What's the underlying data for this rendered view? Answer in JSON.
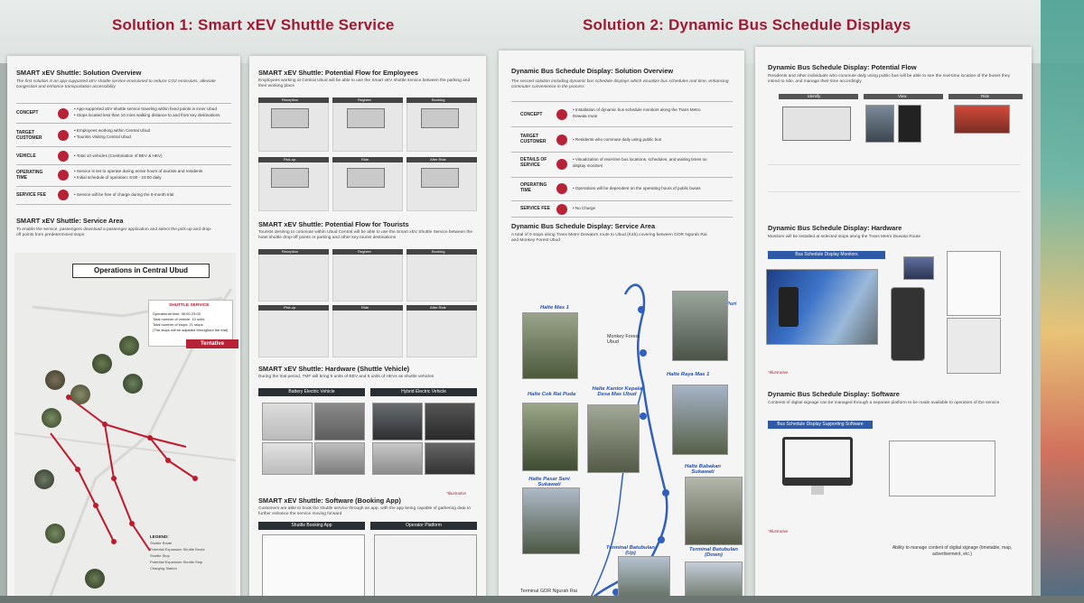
{
  "solution1": {
    "heading": "Solution 1: Smart xEV Shuttle Service",
    "overview_title": "SMART xEV Shuttle: Solution Overview",
    "overview_text": "The first solution is an app-supported xEV shuttle service envisioned to reduce CO2 emissions, alleviate congestion and enhance transportation accessibility",
    "rows": [
      {
        "label": "CONCEPT",
        "values": [
          "• App-supported xEV shuttle service traveling within fixed points in inner Ubud",
          "• Stops located less than 10 mins walking distance to and from key destinations"
        ]
      },
      {
        "label": "TARGET CUSTOMER",
        "values": [
          "• Employees working within Central Ubud",
          "• Tourists Visiting Central Ubud"
        ]
      },
      {
        "label": "VEHICLE",
        "values": [
          "• Total 10 vehicles (Combination of BEV & HEV)"
        ]
      },
      {
        "label": "OPERATING TIME",
        "values": [
          "• Service is set to operate during active hours of tourists and residents",
          "• Initial schedule of operation: 6:00 - 23:00 daily"
        ]
      },
      {
        "label": "SERVICE FEE",
        "values": [
          "• Service will be free of charge during the 6-month trial"
        ]
      }
    ],
    "service_area_title": "SMART xEV Shuttle: Service Area",
    "service_area_text": "To enable the service, passengers download a passenger application and select the pick-up and drop-off points from predetermined stops",
    "map_title": "Operations in Central Ubud",
    "shuttle_service_title": "SHUTTLE SERVICE",
    "shuttle_service_lines": [
      "Operational time: 06:00-23:00",
      "Total number of vehicle: 10 units",
      "Total number of stops: 21 stops",
      "(The stops will be adjusted throughout the trial)"
    ],
    "tentative": "Tentative",
    "legend_title": "LEGEND:",
    "legend_items": [
      "Shuttle Route",
      "Potential Expansion Shuttle Route",
      "Shuttle Stop",
      "Potential Expansion Shuttle Stop",
      "Charging Station"
    ]
  },
  "flows": {
    "employees_title": "SMART xEV Shuttle: Potential Flow for Employees",
    "employees_text": "Employees working at Central Ubud will be able to use the Smart xEV shuttle service between the parking and their working place",
    "tourists_title": "SMART xEV Shuttle: Potential Flow for Tourists",
    "tourists_text": "Tourists desiring to commute within Ubud Central will be able to use the Smart xEV Shuttle Service between the hotel shuttle drop-off points or parking and other key tourist destinations",
    "steps": [
      "Reception",
      "Register",
      "Booking",
      "Pick-up",
      "Ride",
      "After Ride"
    ]
  },
  "hardware1": {
    "title": "SMART xEV Shuttle: Hardware (Shuttle Vehicle)",
    "text": "During the trial period, TMF will bring 5 units of BEV and 5 units of HEVs as shuttle vehicles",
    "bev": "Battery Electric Vehicle",
    "hev": "Hybrid Electric Vehicle",
    "illustrative": "*Illustrative"
  },
  "software1": {
    "title": "SMART xEV Shuttle: Software (Booking App)",
    "text": "Customers are able to book the shuttle service through an app, with the app being capable of gathering data to further enhance the service moving forward",
    "app": "Shuttle Booking App",
    "platform": "Operator Platform"
  },
  "solution2": {
    "heading": "Solution 2: Dynamic Bus Schedule Displays",
    "overview_title": "Dynamic Bus Schedule Display: Solution Overview",
    "overview_text": "The second solution including dynamic bus schedule displays which visualize bus schedules real time, enhancing commuter convenience in the process",
    "rows": [
      {
        "label": "CONCEPT",
        "values": [
          "• Installation of dynamic bus schedule monitors along the Trans Metro",
          "  Dewata route"
        ]
      },
      {
        "label": "TARGET CUSTOMER",
        "values": [
          "• Residents who commute daily using public bus"
        ]
      },
      {
        "label": "DETAILS OF SERVICE",
        "values": [
          "• Visualization of real-time bus locations, schedules, and waiting times on",
          "  display monitors"
        ]
      },
      {
        "label": "OPERATING TIME",
        "values": [
          "• Operations will be dependent on the operating hours of public buses"
        ]
      },
      {
        "label": "SERVICE FEE",
        "values": [
          "• No Charge"
        ]
      }
    ],
    "area_title": "Dynamic Bus Schedule Display: Service Area",
    "area_text": "A total of 9 stops along Trans Metro Dewata's route to Ubud (K4b) covering between GOR Ngurah Rai and Monkey Forest Ubud",
    "stops": [
      "Halte Mas 1",
      "Monkey Forest Ubud",
      "Halte Pura Dalam Puri Peliatan Ubud",
      "Halte Raya Mas 1",
      "Halte Cok Rai Puda",
      "Halte Kantor Kepala Desa Mas Ubud",
      "Halte Pasar Seni Sukawati",
      "Halte Babakan Sukawati",
      "Terminal Batubulan (Up)",
      "Terminal Batubulan (Down)",
      "Terminal GOR Ngurah Rai"
    ],
    "flow_title": "Dynamic Bus Schedule Display: Potential Flow",
    "flow_text": "Residents and other individuals who commute daily using public bus will be able to see the real-time location of the buses they intend to ride, and manage their time accordingly",
    "flow_steps": [
      "Identify",
      "View",
      "Ride"
    ],
    "hardware_title": "Dynamic Bus Schedule Display: Hardware",
    "hardware_text": "Monitors will be installed at selected stops along the Trans Metro Dewata Route",
    "monitors_label": "Bus Schedule Display Monitors",
    "illustrative": "*Illustrative",
    "software_title": "Dynamic Bus Schedule Display: Software",
    "software_text": "Contents of digital signage can be managed through a separate platform to be made available to operators of the service",
    "software_label": "Bus Schedule Display Supporting Software",
    "software_caption": "Ability to manage content of digital signage (timetable, map, advertisement, etc.)"
  }
}
